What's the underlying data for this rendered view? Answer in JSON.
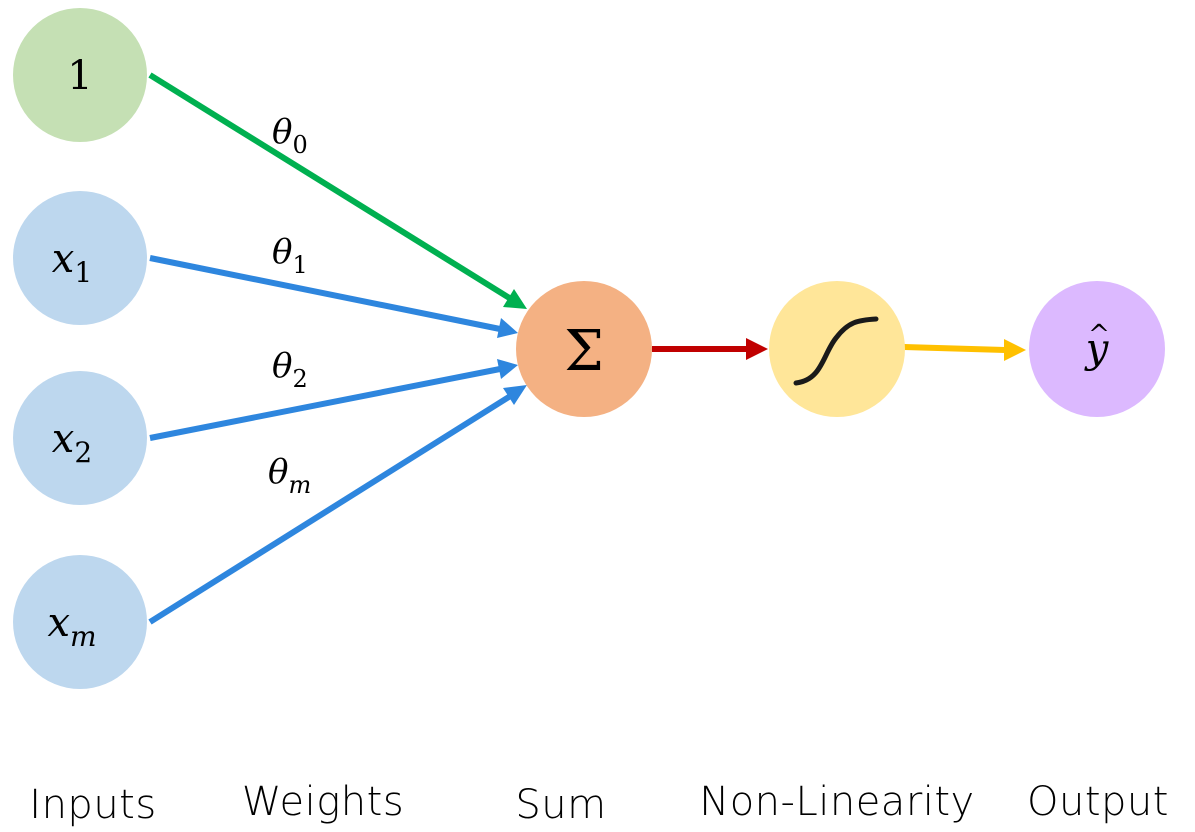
{
  "nodes": {
    "bias": {
      "label": "1",
      "color": "#c5e0b4"
    },
    "x1": {
      "base": "x",
      "sub": "1",
      "color": "#bdd7ee"
    },
    "x2": {
      "base": "x",
      "sub": "2",
      "color": "#bdd7ee"
    },
    "xm": {
      "base": "x",
      "sub": "m",
      "color": "#bdd7ee"
    },
    "sum": {
      "symbol": "Σ",
      "color": "#f4b183"
    },
    "nonlinearity": {
      "icon": "sigmoid-curve-icon",
      "color": "#ffe699"
    },
    "output": {
      "base": "y",
      "hat": "^",
      "color": "#dcb9ff"
    }
  },
  "weights": {
    "w0": {
      "base": "θ",
      "sub": "0"
    },
    "w1": {
      "base": "θ",
      "sub": "1"
    },
    "w2": {
      "base": "θ",
      "sub": "2"
    },
    "wm": {
      "base": "θ",
      "sub": "m"
    }
  },
  "edge_colors": {
    "bias": "#00b050",
    "inputs": "#2e86de",
    "sum_to_nonlinearity": "#c00000",
    "nonlinearity_to_output": "#ffc000"
  },
  "captions": {
    "inputs": "Inputs",
    "weights": "Weights",
    "sum": "Sum",
    "nonlinearity": "Non-Linearity",
    "output": "Output"
  }
}
